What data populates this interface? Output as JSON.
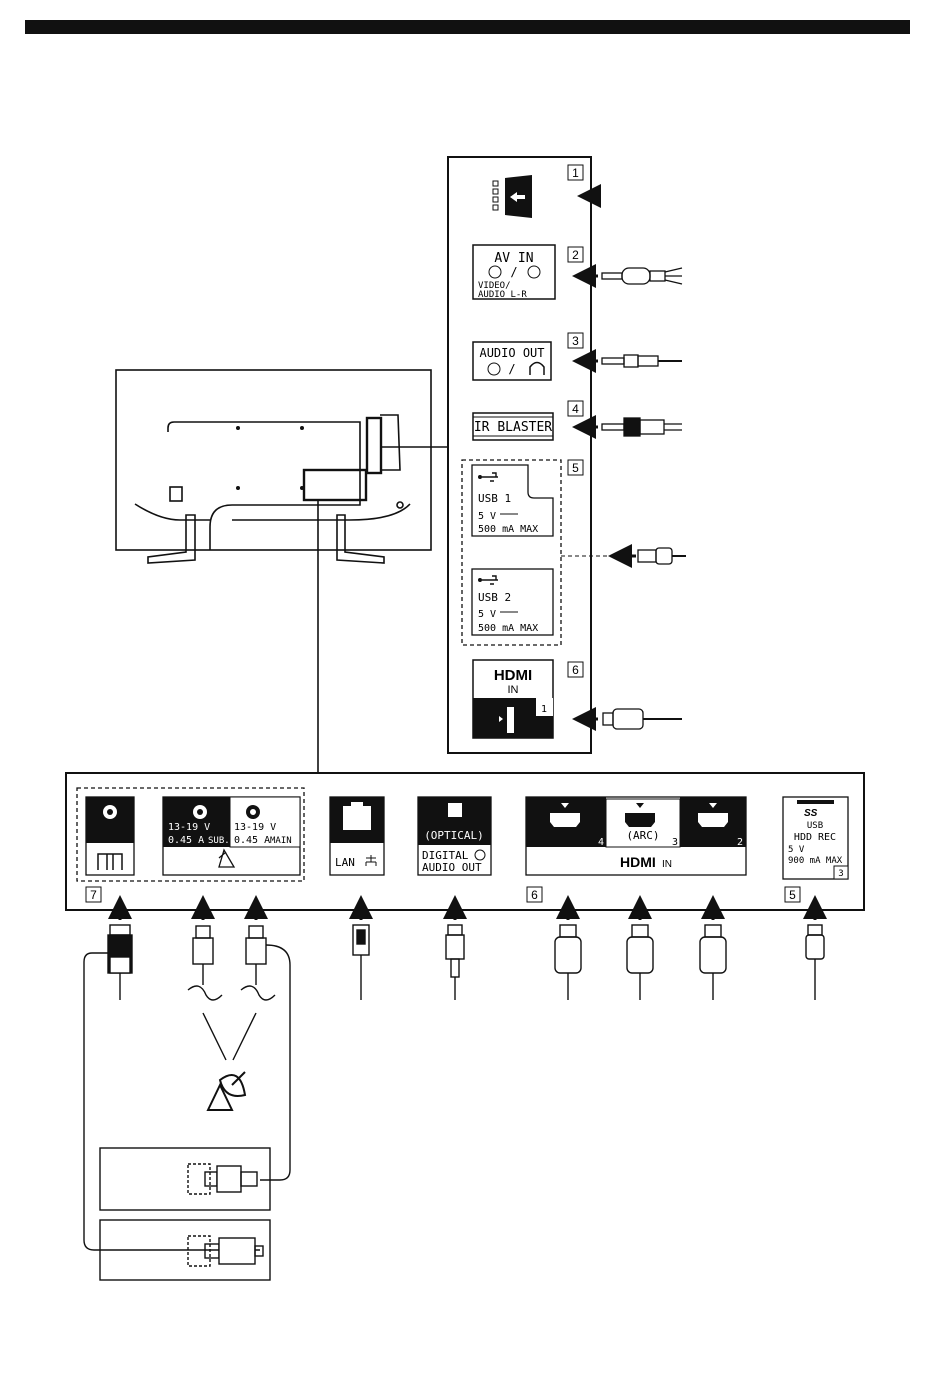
{
  "side_panel": {
    "num_1": "1",
    "num_2": "2",
    "num_3": "3",
    "num_4": "4",
    "num_5": "5",
    "num_6": "6",
    "av_in_title": "AV IN",
    "av_in_slash": "/",
    "av_in_sub1": "VIDEO/",
    "av_in_sub2": "AUDIO L-R",
    "audio_out_title": "AUDIO OUT",
    "audio_out_slash": "/",
    "ir_blaster": "IR BLASTER",
    "usb1_label": "USB 1",
    "usb1_v": "5 V",
    "usb1_a": "500 mA MAX",
    "usb2_label": "USB 2",
    "usb2_v": "5 V",
    "usb2_a": "500 mA MAX",
    "hdmi_logo": "HDMI",
    "hdmi_in": "IN",
    "hdmi_port_num": "1"
  },
  "bottom_panel": {
    "num_7": "7",
    "num_6": "6",
    "num_5": "5",
    "sat_sub_v": "13-19 V",
    "sat_sub_a": "0.45 A",
    "sat_sub_lbl": "SUB.",
    "sat_main_v": "13-19 V",
    "sat_main_a": "0.45 A",
    "sat_main_lbl": "MAIN",
    "lan": "LAN",
    "optical": "(OPTICAL)",
    "digital": "DIGITAL",
    "audio_out": "AUDIO OUT",
    "hdmi_4": "4",
    "hdmi_arc": "(ARC)",
    "hdmi_3": "3",
    "hdmi_2": "2",
    "hdmi_logo": "HDMI",
    "hdmi_in": "IN",
    "usb_ss": "SS",
    "usb_label": "USB",
    "usb_hdd": "HDD REC",
    "usb_v": "5 V",
    "usb_a": "900 mA MAX",
    "usb_num": "3"
  }
}
